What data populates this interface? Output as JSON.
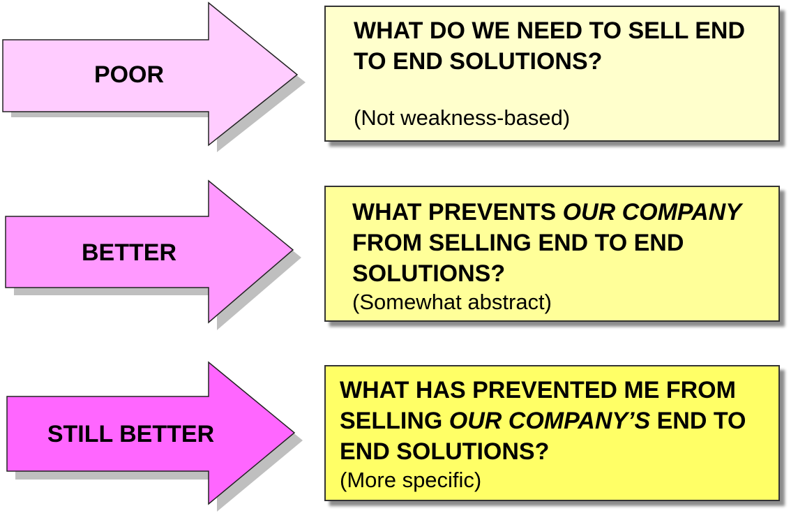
{
  "rows": [
    {
      "arrow_label": "POOR",
      "arrow_fill": "#ffccff",
      "box_fill": "#ffffcc",
      "question_parts": [
        "WHAT DO WE NEED TO SELL END TO END SOLUTIONS?"
      ],
      "note": "(Not weakness-based)"
    },
    {
      "arrow_label": "BETTER",
      "arrow_fill": "#ff99ff",
      "box_fill": "#ffff99",
      "question_parts": [
        "WHAT PREVENTS ",
        "OUR COMPANY",
        " FROM SELLING END TO END SOLUTIONS?"
      ],
      "note": "(Somewhat abstract)"
    },
    {
      "arrow_label": "STILL BETTER",
      "arrow_fill": "#ff66ff",
      "box_fill": "#ffff66",
      "question_parts": [
        "WHAT HAS PREVENTED ME FROM SELLING ",
        "OUR COMPANY’S",
        " END TO END SOLUTIONS?"
      ],
      "note": "(More specific)"
    }
  ]
}
